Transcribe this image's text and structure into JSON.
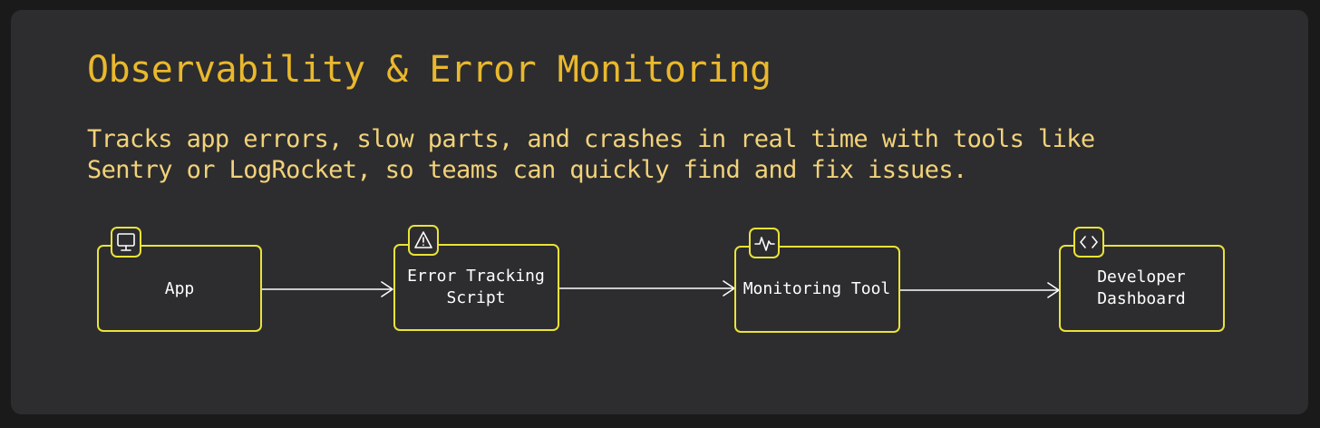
{
  "header": {
    "title": "Observability & Error Monitoring",
    "description_lines": [
      "Tracks app errors, slow parts, and crashes in real time with tools like",
      "Sentry or LogRocket, so teams can quickly find and fix issues."
    ]
  },
  "colors": {
    "background": "#2d2d2f",
    "title": "#eab82c",
    "description": "#f2d27a",
    "node_border": "#e9e338",
    "text": "#ffffff"
  },
  "flow": {
    "nodes": [
      {
        "id": "app",
        "label_lines": [
          "App"
        ],
        "icon": "monitor-icon"
      },
      {
        "id": "error-tracking-script",
        "label_lines": [
          "Error Tracking",
          "Script"
        ],
        "icon": "warning-icon"
      },
      {
        "id": "monitoring-tool",
        "label_lines": [
          "Monitoring Tool"
        ],
        "icon": "activity-icon"
      },
      {
        "id": "developer-dashboard",
        "label_lines": [
          "Developer",
          "Dashboard"
        ],
        "icon": "code-icon"
      }
    ],
    "edges": [
      {
        "from": "app",
        "to": "error-tracking-script"
      },
      {
        "from": "error-tracking-script",
        "to": "monitoring-tool"
      },
      {
        "from": "monitoring-tool",
        "to": "developer-dashboard"
      }
    ]
  }
}
